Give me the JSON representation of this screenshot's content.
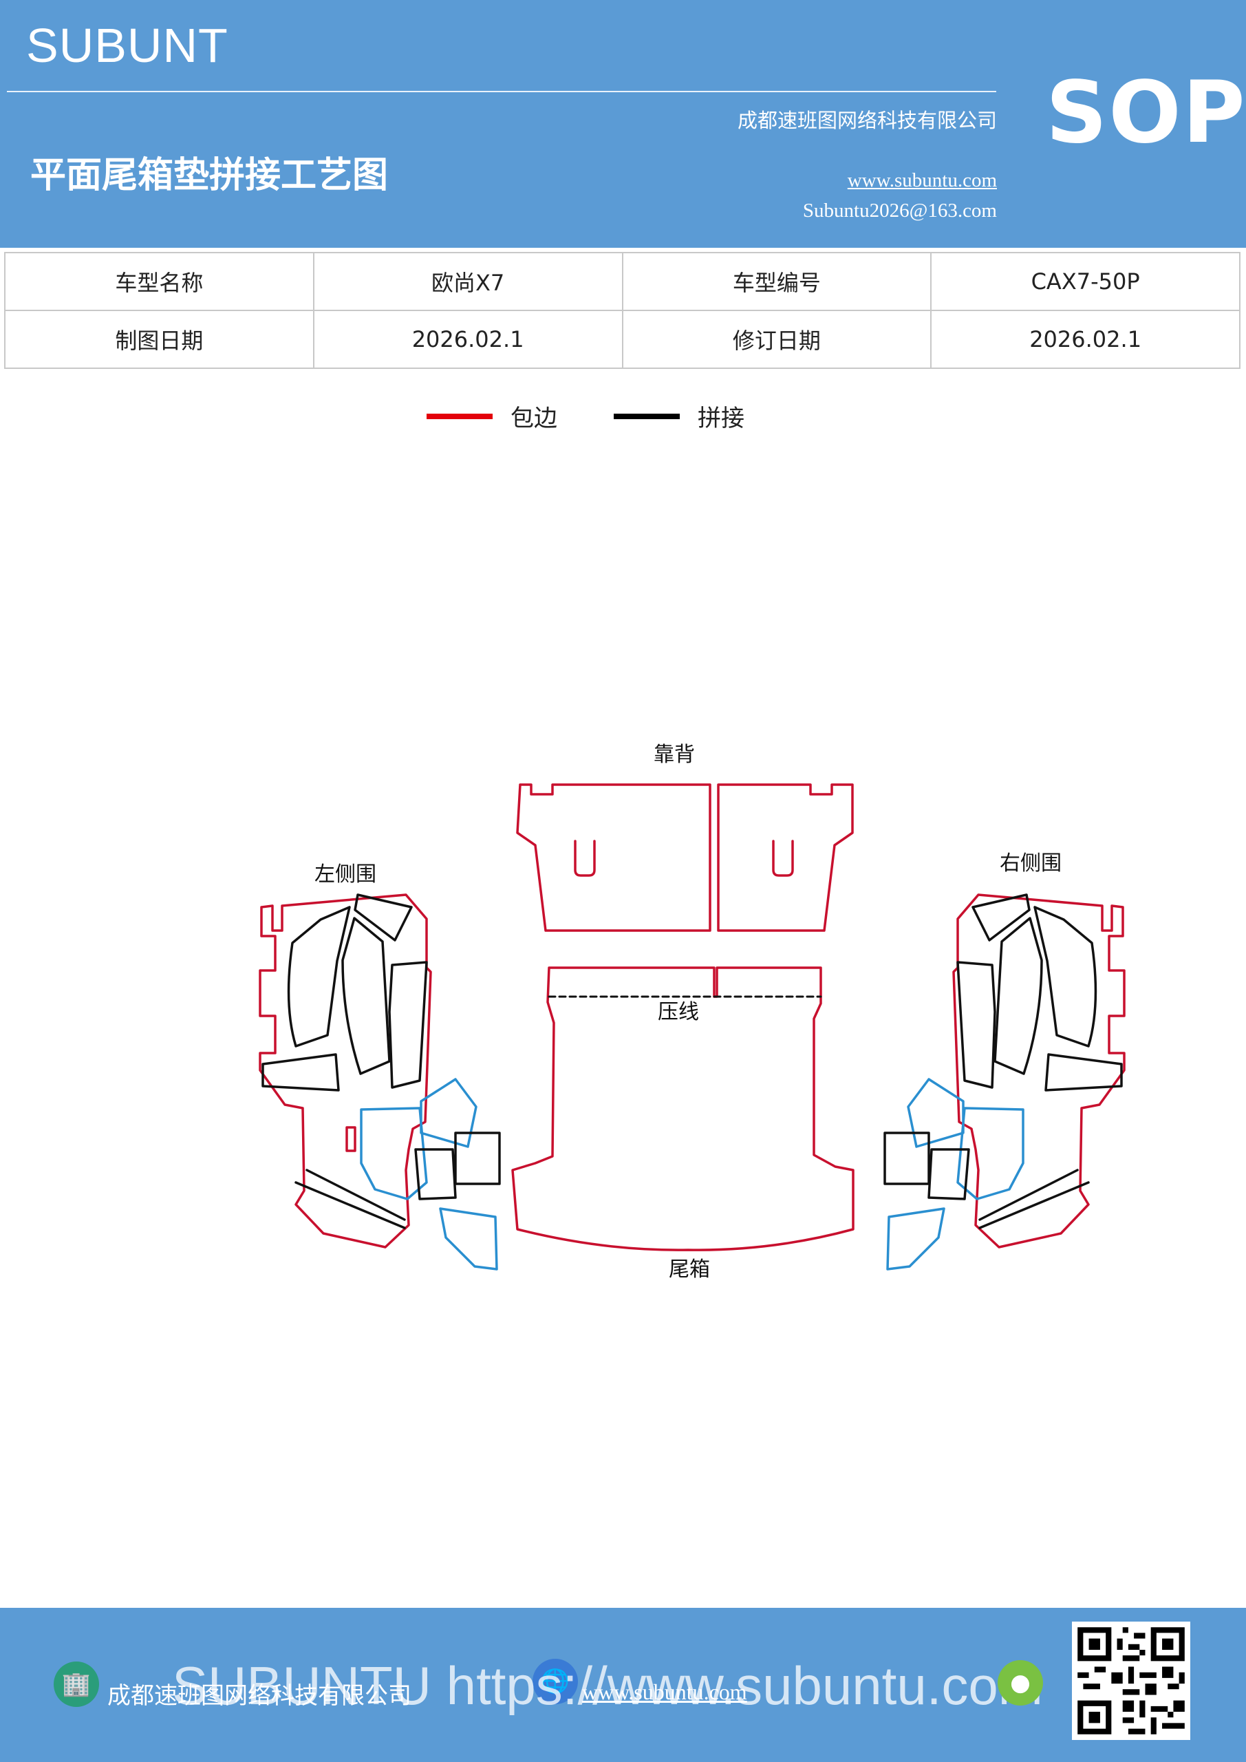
{
  "header": {
    "brand": "SUBUNT",
    "title": "平面尾箱垫拼接工艺图",
    "company": "成都速班图网络科技有限公司",
    "website": "www.subuntu.com",
    "email": "Subuntu2026@163.com",
    "badge": "SOP"
  },
  "info_table": {
    "rows": [
      [
        "车型名称",
        "欧尚X7",
        "车型编号",
        "CAX7-50P"
      ],
      [
        "制图日期",
        "2026.02.1",
        "修订日期",
        "2026.02.1"
      ]
    ]
  },
  "legend": {
    "items": [
      {
        "label": "包边",
        "color": "#e3000b"
      },
      {
        "label": "拼接",
        "color": "#000000"
      }
    ]
  },
  "diagram": {
    "labels": {
      "backrest": "靠背",
      "left_side": "左侧围",
      "right_side": "右侧围",
      "press_line": "压线",
      "trunk": "尾箱"
    },
    "colors": {
      "edge": "#c8102e",
      "seam": "#111111",
      "panel": "#2a8fd0"
    }
  },
  "footer": {
    "company": "成都速班图网络科技有限公司",
    "website": "www.subuntu.com",
    "watermark": "SUBUNTU https://www.subuntu.com",
    "icons": [
      "building-icon",
      "globe-icon",
      "wechat-icon",
      "qr-code"
    ]
  }
}
